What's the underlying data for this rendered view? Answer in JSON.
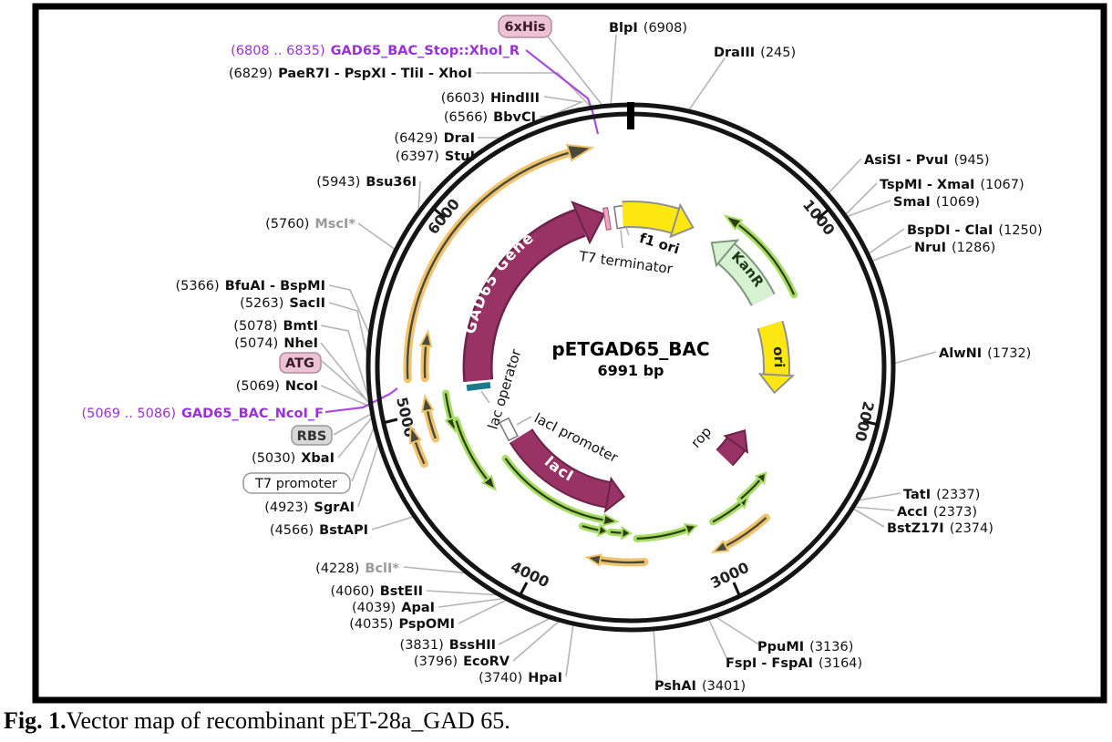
{
  "figure": {
    "caption_prefix": "Fig. 1.",
    "caption_text": "Vector map of recombinant pET-28a_GAD 65."
  },
  "plasmid": {
    "name": "pETGAD65_BAC",
    "size": "6991 bp",
    "ticks": [
      "1000",
      "2000",
      "3000",
      "4000",
      "5000",
      "6000"
    ],
    "features": {
      "gad65": "GAD65 Gene",
      "t7_terminator": "T7 terminator",
      "f1_ori": "f1 ori",
      "kanr": "KanR",
      "ori": "ori",
      "rop": "rop",
      "laci": "lacI",
      "laci_promoter": "lacI promoter",
      "lac_operator": "lac operator"
    },
    "tags": {
      "his": "6xHis",
      "atg": "ATG",
      "rbs": "RBS",
      "t7_promoter": "T7 promoter"
    },
    "primers": {
      "stop": {
        "range": "(6808 .. 6835)",
        "name": "GAD65_BAC_Stop::XhoI_R"
      },
      "ncoi_f": {
        "range": "(5069 .. 5086)",
        "name": "GAD65_BAC_NcoI_F"
      }
    },
    "sites_left": [
      {
        "pos": "(6829)",
        "name": "PaeR7I - PspXI - TliI - XhoI"
      },
      {
        "pos": "(6603)",
        "name": "HindIII"
      },
      {
        "pos": "(6566)",
        "name": "BbvCI"
      },
      {
        "pos": "(6429)",
        "name": "DraI"
      },
      {
        "pos": "(6397)",
        "name": "StuI"
      },
      {
        "pos": "(5943)",
        "name": "Bsu36I"
      },
      {
        "pos": "(5760)",
        "name": "MscI*"
      },
      {
        "pos": "(5366)",
        "name": "BfuAI - BspMI"
      },
      {
        "pos": "(5263)",
        "name": "SacII"
      },
      {
        "pos": "(5078)",
        "name": "BmtI"
      },
      {
        "pos": "(5074)",
        "name": "NheI"
      },
      {
        "pos": "(5069)",
        "name": "NcoI"
      },
      {
        "pos": "(5030)",
        "name": "XbaI"
      },
      {
        "pos": "(4923)",
        "name": "SgrAI"
      },
      {
        "pos": "(4566)",
        "name": "BstAPI"
      },
      {
        "pos": "(4228)",
        "name": "BclI*"
      },
      {
        "pos": "(4060)",
        "name": "BstEII"
      },
      {
        "pos": "(4039)",
        "name": "ApaI"
      },
      {
        "pos": "(4035)",
        "name": "PspOMI"
      },
      {
        "pos": "(3831)",
        "name": "BssHII"
      },
      {
        "pos": "(3796)",
        "name": "EcoRV"
      },
      {
        "pos": "(3740)",
        "name": "HpaI"
      }
    ],
    "sites_right": [
      {
        "name": "BlpI",
        "pos": "(6908)"
      },
      {
        "name": "DraIII",
        "pos": "(245)"
      },
      {
        "name": "AsiSI - PvuI",
        "pos": "(945)"
      },
      {
        "name": "TspMI - XmaI",
        "pos": "(1067)"
      },
      {
        "name": "SmaI",
        "pos": "(1069)"
      },
      {
        "name": "BspDI - ClaI",
        "pos": "(1250)"
      },
      {
        "name": "NruI",
        "pos": "(1286)"
      },
      {
        "name": "AlwNI",
        "pos": "(1732)"
      },
      {
        "name": "TatI",
        "pos": "(2337)"
      },
      {
        "name": "AccI",
        "pos": "(2373)"
      },
      {
        "name": "BstZ17I",
        "pos": "(2374)"
      },
      {
        "name": "PpuMI",
        "pos": "(3136)"
      },
      {
        "name": "FspI - FspAI",
        "pos": "(3164)"
      },
      {
        "name": "PshAI",
        "pos": "(3401)"
      }
    ],
    "colors": {
      "feature_maroon": "#993366",
      "feature_yellow": "#ffe812",
      "kanr_green": "#d6f2d0",
      "thin_orange": "#f2c36d",
      "thin_green": "#a6dd66",
      "primer_purple": "#9b30d6",
      "operator_teal": "#1d7a8c",
      "tag_pink": "#ecc3d4",
      "ring_black": "#151515"
    }
  }
}
